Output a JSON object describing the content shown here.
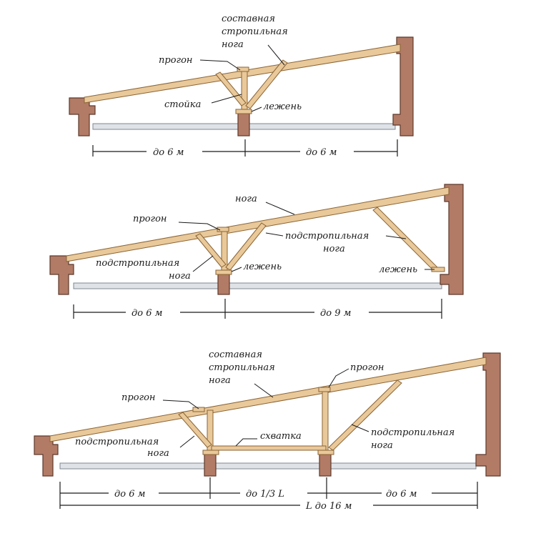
{
  "diagram1": {
    "label_rafter_line1": "составная",
    "label_rafter_line2": "стропильная",
    "label_rafter_line3": "нога",
    "label_purlin": "прогон",
    "label_post": "стойка",
    "label_sill": "лежень",
    "dim_left": "до 6 м",
    "dim_right": "до 6 м"
  },
  "diagram2": {
    "label_rafter": "нога",
    "label_purlin": "прогон",
    "label_strut_right_line1": "подстропильная",
    "label_strut_right_line2": "нога",
    "label_strut_left_line1": "подстропильная",
    "label_strut_left_line2": "нога",
    "label_sill_center": "лежень",
    "label_sill_right": "лежень",
    "dim_left": "до 6 м",
    "dim_right": "до 9 м"
  },
  "diagram3": {
    "label_rafter_line1": "составная",
    "label_rafter_line2": "стропильная",
    "label_rafter_line3": "нога",
    "label_purlin_right": "прогон",
    "label_purlin_left": "прогон",
    "label_tie": "схватка",
    "label_strut_left_line1": "подстропильная",
    "label_strut_left_line2": "нога",
    "label_strut_right_line1": "подстропильная",
    "label_strut_right_line2": "нога",
    "dim_left": "до 6 м",
    "dim_middle": "до 1/3 L",
    "dim_right": "до 6 м",
    "dim_total": "L до 16 м"
  }
}
